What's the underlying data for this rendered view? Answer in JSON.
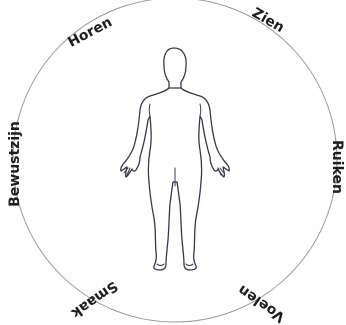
{
  "diagram": {
    "senses": [
      {
        "id": "horen",
        "label": "Horen"
      },
      {
        "id": "zien",
        "label": "Zien"
      },
      {
        "id": "ruiken",
        "label": "Ruiken"
      },
      {
        "id": "voelen",
        "label": "Voelen"
      },
      {
        "id": "smaak",
        "label": "Smaak"
      },
      {
        "id": "bewustzijn",
        "label": "Bewustzijn"
      }
    ],
    "figure": "human-body-front"
  },
  "colors": {
    "text": "#1e1e1e",
    "ring": "#9a9a9a",
    "figure_line": "#3a3550"
  }
}
